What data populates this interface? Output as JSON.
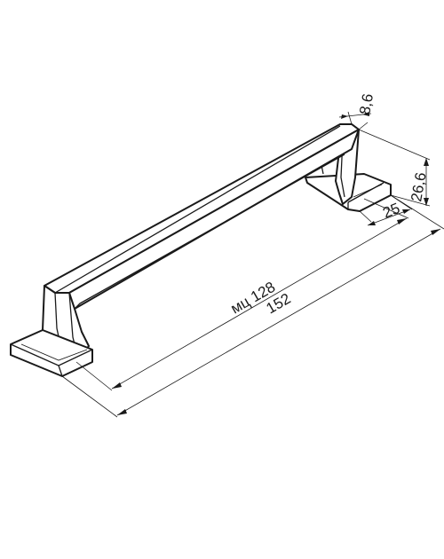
{
  "dimensions": {
    "depth": "8,6",
    "height": "26,6",
    "base": "25",
    "center_distance": "мц 128",
    "overall_length": "152"
  },
  "colors": {
    "line": "#1a1a1a",
    "background": "#ffffff"
  }
}
